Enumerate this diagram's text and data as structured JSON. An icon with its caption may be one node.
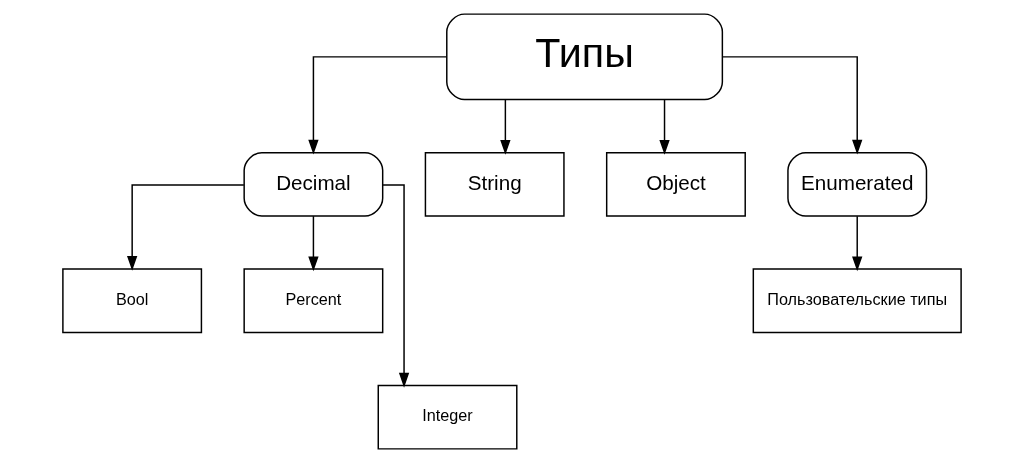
{
  "diagram": {
    "nodes": [
      {
        "text": [
          "Типы"
        ]
      },
      {
        "text": [
          "Decimal"
        ]
      },
      {
        "text": [
          "String"
        ]
      },
      {
        "text": [
          "Object"
        ]
      },
      {
        "text": [
          "Enumerated"
        ]
      },
      {
        "text": [
          "Bool"
        ]
      },
      {
        "text": [
          "Percent"
        ]
      },
      {
        "text": [
          "Integer"
        ]
      },
      {
        "text": [
          "Пользовательские типы"
        ]
      }
    ],
    "edges": [
      {
        "from": 0,
        "to": 1,
        "arrow": "to"
      },
      {
        "from": 0,
        "to": 2,
        "arrow": "to"
      },
      {
        "from": 0,
        "to": 3,
        "arrow": "to"
      },
      {
        "from": 0,
        "to": 4,
        "arrow": "to"
      },
      {
        "from": 1,
        "to": 5,
        "arrow": "to"
      },
      {
        "from": 1,
        "to": 6,
        "arrow": "to"
      },
      {
        "from": 1,
        "to": 7,
        "arrow": "to"
      },
      {
        "from": 4,
        "to": 8,
        "arrow": "to"
      }
    ]
  }
}
